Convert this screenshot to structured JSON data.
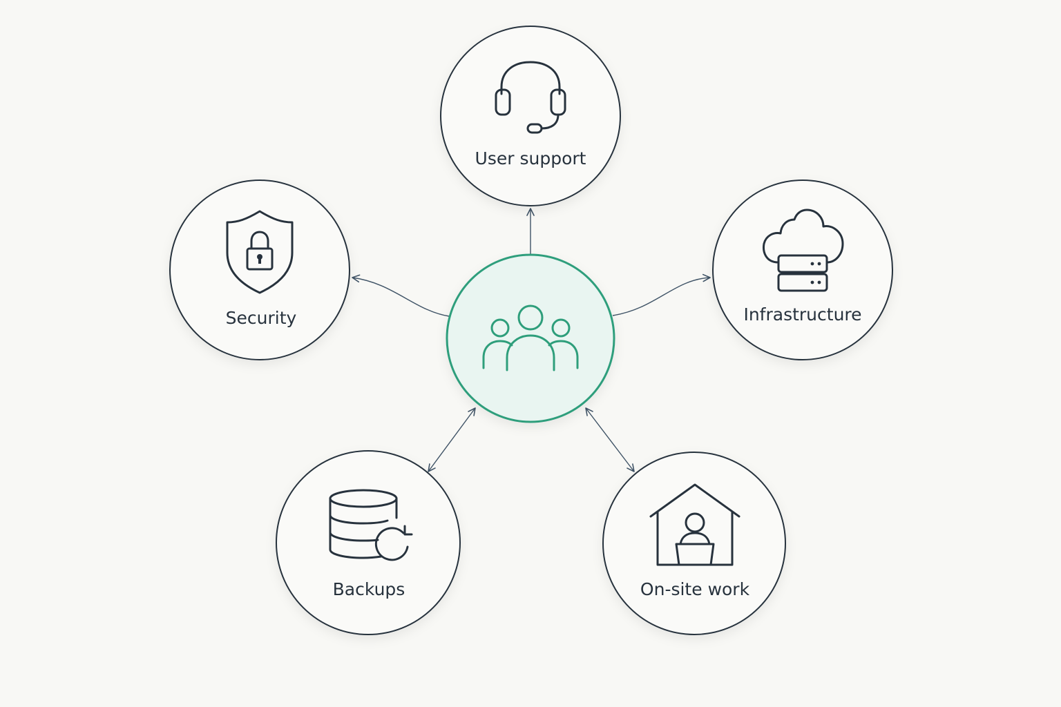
{
  "colors": {
    "background": "#f8f8f5",
    "ink": "#27323d",
    "connector": "#3f5366",
    "accent": "#2e9e7b",
    "accent_fill": "#e9f5f1"
  },
  "center": {
    "icon": "users-group-icon"
  },
  "nodes": [
    {
      "label": "User support",
      "icon": "headset-icon",
      "connection": "outbound"
    },
    {
      "label": "Security",
      "icon": "shield-lock-icon",
      "connection": "outbound"
    },
    {
      "label": "Infrastructure",
      "icon": "cloud-server-icon",
      "connection": "outbound"
    },
    {
      "label": "Backups",
      "icon": "database-sync-icon",
      "connection": "bidirectional"
    },
    {
      "label": "On-site work",
      "icon": "home-workstation-icon",
      "connection": "bidirectional"
    }
  ]
}
